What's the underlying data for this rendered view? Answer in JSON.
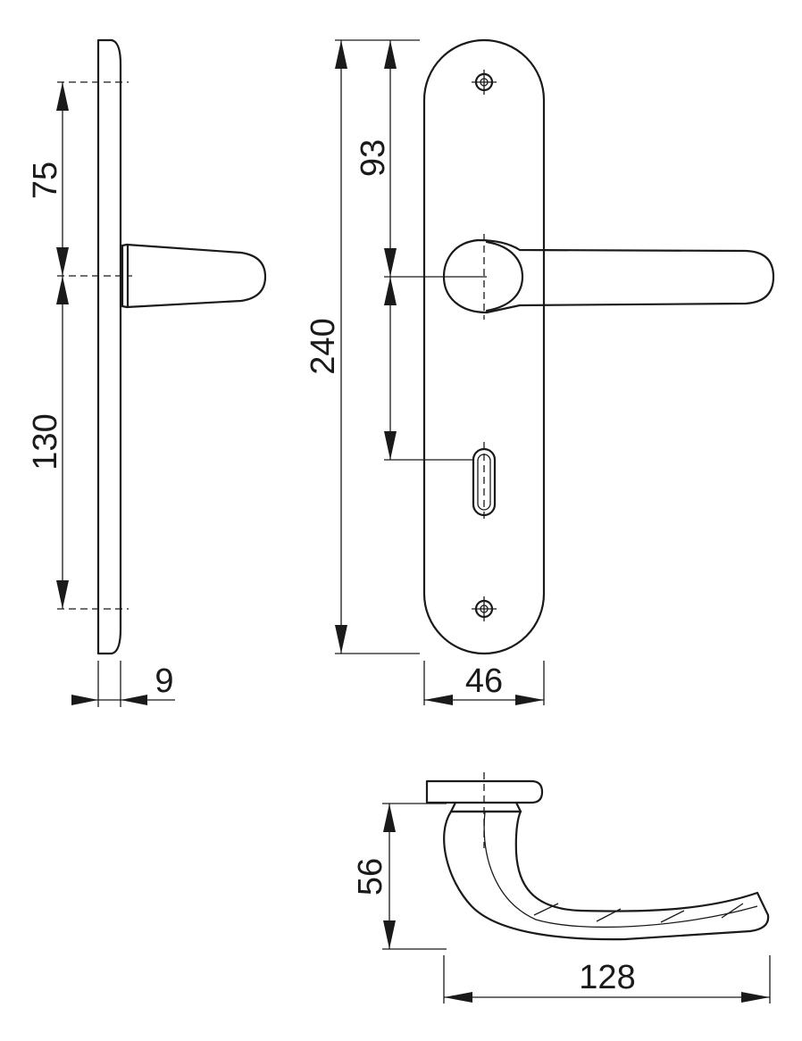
{
  "dimensions": {
    "side_upper": "75",
    "side_lower": "130",
    "thickness": "9",
    "total_height": "240",
    "lever_to_key": "93",
    "plate_width": "46",
    "lever_height": "56",
    "lever_length": "128"
  },
  "colors": {
    "line": "#1a1a1a",
    "background": "#ffffff"
  }
}
